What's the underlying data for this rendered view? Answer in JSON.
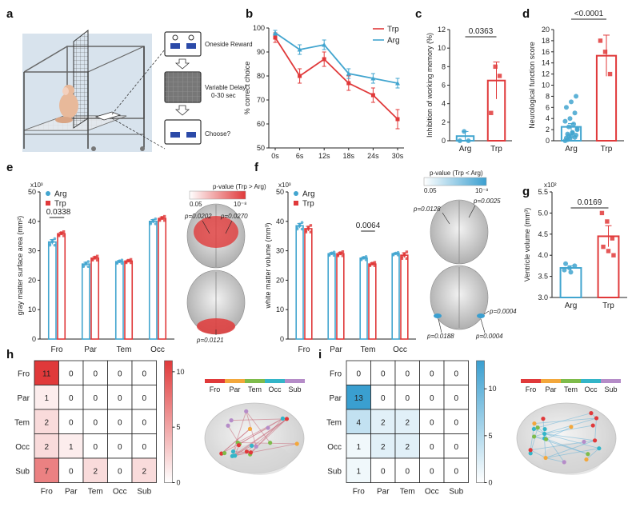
{
  "colors": {
    "trp": "#e0393a",
    "arg": "#42a5cf",
    "red_scale_max": "#e0393a",
    "blue_scale_max": "#3a9fd0",
    "region_colors": [
      "#e0393a",
      "#f3a73b",
      "#7dbb4a",
      "#33b5c8",
      "#b58cc8"
    ]
  },
  "panels": {
    "a": {
      "label": "a",
      "steps": [
        "Oneside Reward",
        "Variable Delay",
        "0-30 sec",
        "Choose?"
      ]
    },
    "b": {
      "label": "b",
      "chart_data": {
        "type": "line",
        "categories": [
          "0s",
          "6s",
          "12s",
          "18s",
          "24s",
          "30s"
        ],
        "series": [
          {
            "name": "Trp",
            "values": [
              96,
              80,
              87,
              77,
              72,
              62
            ],
            "err": [
              2,
              3,
              3,
              3,
              3,
              4
            ]
          },
          {
            "name": "Arg",
            "values": [
              98,
              91,
              93,
              81,
              79,
              77
            ],
            "err": [
              1,
              2,
              2,
              2,
              2,
              2
            ]
          }
        ],
        "ylabel": "% correct choice",
        "ylim": [
          50,
          100
        ],
        "yticks": [
          50,
          60,
          70,
          80,
          90,
          100
        ],
        "legend": "top-right"
      }
    },
    "c": {
      "label": "c",
      "chart_data": {
        "type": "bar",
        "categories": [
          "Arg",
          "Trp"
        ],
        "values": [
          0.5,
          6.5
        ],
        "err": [
          0.5,
          2
        ],
        "points": [
          [
            0,
            1,
            0
          ],
          [
            3,
            8,
            7
          ]
        ],
        "ylabel": "Inhibition of working memory (%)",
        "ylim": [
          0,
          12
        ],
        "yticks": [
          0,
          2,
          4,
          6,
          8,
          10,
          12
        ],
        "pvalue": "0.0363"
      }
    },
    "d": {
      "label": "d",
      "chart_data": {
        "type": "bar",
        "categories": [
          "Arg",
          "Trp"
        ],
        "values": [
          2.5,
          15.3
        ],
        "err": [
          0.6,
          3.7
        ],
        "points": [
          [
            0,
            0.3,
            0.6,
            0.5,
            0.8,
            1,
            1.2,
            1.5,
            2,
            2.5,
            3,
            3.5,
            4,
            5,
            6,
            7,
            8,
            0.2,
            1.4,
            2.2,
            0.9
          ],
          [
            18,
            16,
            12
          ]
        ],
        "ylabel": "Neurological function score",
        "ylim": [
          0,
          20
        ],
        "yticks": [
          0,
          2,
          4,
          6,
          8,
          10,
          12,
          14,
          16,
          18,
          20
        ],
        "pvalue": "<0.0001"
      }
    },
    "e": {
      "label": "e",
      "chart_data": {
        "type": "bar",
        "categories": [
          "Fro",
          "Par",
          "Tem",
          "Occ"
        ],
        "series": [
          {
            "name": "Arg",
            "values": [
              33,
              25.5,
              26.3,
              40
            ],
            "err": [
              0.8,
              0.6,
              0.4,
              0.6
            ]
          },
          {
            "name": "Trp",
            "values": [
              35.8,
              27.5,
              26.5,
              41
            ],
            "err": [
              0.5,
              0.5,
              0.4,
              0.5
            ]
          }
        ],
        "ylabel": "gray matter surface area (mm²)",
        "yexp": "x10³",
        "ylim": [
          0,
          50
        ],
        "yticks": [
          0,
          10,
          20,
          30,
          40,
          50
        ],
        "pvalue": "0.0338",
        "legend": "top-left"
      },
      "brain": {
        "scale_title": "p-value (Trp > Arg)",
        "scale_min": "0.05",
        "scale_max": "10⁻⁸",
        "pvals": [
          "p=0.0202",
          "p=0.0270",
          "p=0.0121"
        ]
      }
    },
    "f": {
      "label": "f",
      "chart_data": {
        "type": "bar",
        "categories": [
          "Fro",
          "Par",
          "Tem",
          "Occ"
        ],
        "series": [
          {
            "name": "Arg",
            "values": [
              38.5,
              29,
              27.5,
              29
            ],
            "err": [
              0.8,
              0.4,
              0.4,
              0.3
            ]
          },
          {
            "name": "Trp",
            "values": [
              37.5,
              29,
              25.5,
              28.5
            ],
            "err": [
              0.8,
              0.5,
              0.4,
              0.8
            ]
          }
        ],
        "ylabel": "white matter volume (mm³)",
        "yexp": "x10³",
        "ylim": [
          0,
          50
        ],
        "yticks": [
          0,
          10,
          20,
          30,
          40,
          50
        ],
        "pvalue": "0.0064",
        "legend": "top-left"
      },
      "brain": {
        "scale_title": "p-value (Trp < Arg)",
        "scale_min": "0.05",
        "scale_max": "10⁻⁸",
        "pvals": [
          "p=0.0128",
          "p=0.0025",
          "p=0.0004",
          "p=0.0188",
          "p=0.0004"
        ]
      }
    },
    "g": {
      "label": "g",
      "chart_data": {
        "type": "bar",
        "categories": [
          "Arg",
          "Trp"
        ],
        "values": [
          3.7,
          4.45
        ],
        "err": [
          0.05,
          0.25
        ],
        "points": [
          [
            3.65,
            3.7,
            3.75,
            3.8,
            3.6
          ],
          [
            5.0,
            4.8,
            4.4,
            4.2,
            4.1,
            4.0
          ]
        ],
        "ylabel": "Ventricle volume (mm³)",
        "yexp": "x10²",
        "ylim": [
          3.0,
          5.5
        ],
        "yticks": [
          3.0,
          3.5,
          4.0,
          4.5,
          5.0,
          5.5
        ],
        "pvalue": "0.0169"
      }
    },
    "h": {
      "label": "h",
      "chart_data": {
        "type": "heatmap",
        "rows": [
          "Fro",
          "Par",
          "Tem",
          "Occ",
          "Sub"
        ],
        "cols": [
          "Fro",
          "Par",
          "Tem",
          "Occ",
          "Sub"
        ],
        "values": [
          [
            11,
            0,
            0,
            0,
            0
          ],
          [
            1,
            0,
            0,
            0,
            0
          ],
          [
            2,
            0,
            0,
            0,
            0
          ],
          [
            2,
            1,
            0,
            0,
            0
          ],
          [
            7,
            0,
            2,
            0,
            2
          ]
        ],
        "colorbar_ticks": [
          0,
          5,
          10
        ],
        "vmax": 11
      },
      "legend_labels": [
        "Fro",
        "Par",
        "Tem",
        "Occ",
        "Sub"
      ]
    },
    "i": {
      "label": "i",
      "chart_data": {
        "type": "heatmap",
        "rows": [
          "Fro",
          "Par",
          "Tem",
          "Occ",
          "Sub"
        ],
        "cols": [
          "Fro",
          "Par",
          "Tem",
          "Occ",
          "Sub"
        ],
        "values": [
          [
            0,
            0,
            0,
            0,
            0
          ],
          [
            13,
            0,
            0,
            0,
            0
          ],
          [
            4,
            2,
            2,
            0,
            0
          ],
          [
            1,
            2,
            2,
            0,
            0
          ],
          [
            1,
            0,
            0,
            0,
            0
          ]
        ],
        "colorbar_ticks": [
          0,
          5,
          10
        ],
        "vmax": 13
      },
      "legend_labels": [
        "Fro",
        "Par",
        "Tem",
        "Occ",
        "Sub"
      ]
    }
  }
}
